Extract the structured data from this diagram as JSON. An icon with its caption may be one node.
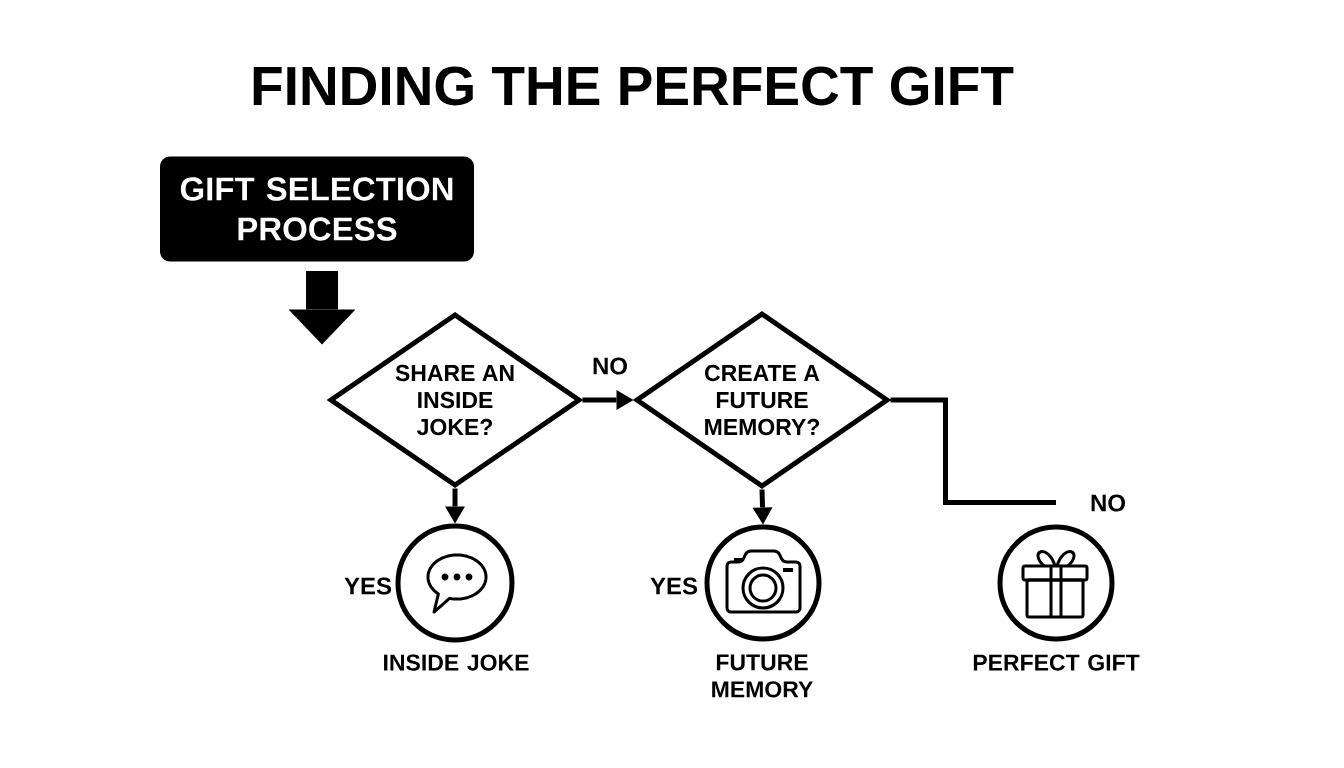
{
  "diagram": {
    "title": "FINDING THE PERFECT GIFT",
    "nodes": [
      {
        "text": [
          "GIFT SELECTION PROCESS"
        ]
      },
      {
        "text": [
          "SHARE AN INSIDE JOKE?"
        ]
      },
      {
        "text": [
          "CREATE A FUTURE MEMORY?"
        ]
      },
      {
        "text": [],
        "shape": "circle",
        "beside": [
          "INSIDE JOKE"
        ]
      },
      {
        "text": [],
        "shape": "circle",
        "beside": [
          "FUTURE MEMORY"
        ]
      },
      {
        "text": [],
        "shape": "circle",
        "beside": [
          "PERFECT GIFT"
        ]
      }
    ],
    "edges": [
      {
        "from": 0,
        "to": 1,
        "arrow": "to",
        "style": "thick"
      },
      {
        "from": 1,
        "to": 2,
        "arrow": "to",
        "label": "NO"
      },
      {
        "from": 1,
        "to": 3,
        "arrow": "to",
        "label": "YES"
      },
      {
        "from": 2,
        "to": 4,
        "arrow": "to",
        "label": "YES"
      },
      {
        "from": 2,
        "to": 5,
        "arrow": "none",
        "label": "NO"
      }
    ]
  }
}
